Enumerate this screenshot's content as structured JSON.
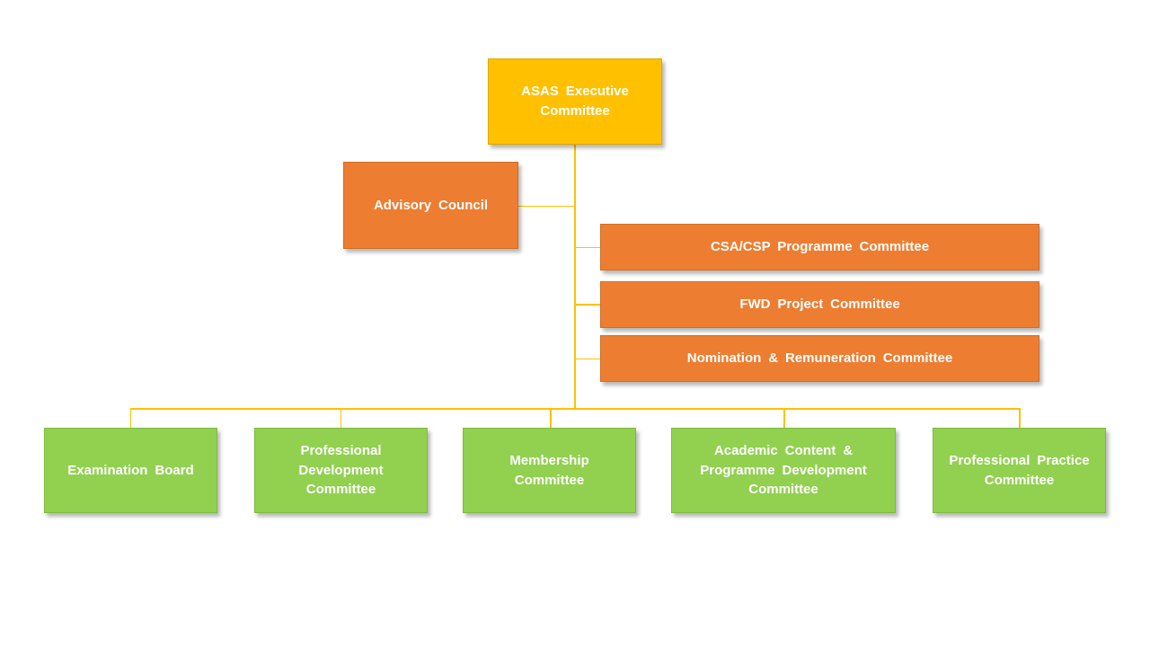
{
  "org_chart": {
    "type": "organization-chart",
    "root": {
      "label": "ASAS Executive\nCommittee",
      "level": "executive"
    },
    "advisory": {
      "label": "Advisory Council",
      "level": "advisory"
    },
    "right_committees": [
      {
        "label": "CSA/CSP Programme Committee"
      },
      {
        "label": "FWD Project Committee"
      },
      {
        "label": "Nomination & Remuneration Committee"
      }
    ],
    "bottom_committees": [
      {
        "label": "Examination Board"
      },
      {
        "label": "Professional\nDevelopment\nCommittee"
      },
      {
        "label": "Membership\nCommittee"
      },
      {
        "label": "Academic Content &\nProgramme Development\nCommittee"
      },
      {
        "label": "Professional Practice\nCommittee"
      }
    ]
  },
  "colors": {
    "background": "#FFFFFF",
    "root_fill": "#FFC000",
    "root_border": "#DFA700",
    "secondary_fill": "#ED7D31",
    "secondary_border": "#D06E28",
    "tertiary_fill": "#92D050",
    "tertiary_border": "#7FBA40",
    "connector": "#FFC000",
    "label_text": "#FFFFFF"
  }
}
